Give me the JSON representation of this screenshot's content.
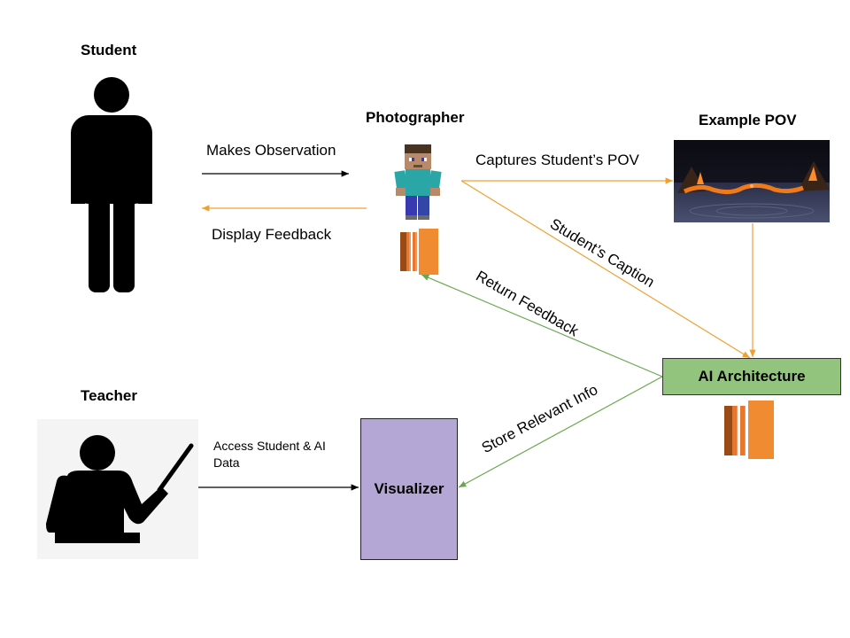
{
  "actors": {
    "student": "Student",
    "photographer": "Photographer",
    "example_pov": "Example POV",
    "teacher": "Teacher"
  },
  "boxes": {
    "ai_architecture": "AI Architecture",
    "visualizer": "Visualizer"
  },
  "edges": {
    "makes_observation": "Makes Observation",
    "display_feedback": "Display Feedback",
    "captures_pov": "Captures Student’s POV",
    "students_caption": "Student’s Caption",
    "return_feedback": "Return Feedback",
    "store_relevant_info": "Store Relevant Info",
    "access_data": "Access Student & AI Data"
  },
  "icons": {
    "student": "person-icon",
    "photographer": "minecraft-steve-icon",
    "teacher": "teacher-pointer-icon",
    "compute": "aws-ec2-icon",
    "pov": "lava-landscape-image"
  },
  "colors": {
    "orange_arrow": "#f0a030",
    "green_arrow": "#6aa84f",
    "black_arrow": "#000000",
    "ai_box_fill": "#93c47d",
    "visualizer_fill": "#b4a7d6",
    "ec2_orange": "#e8762c"
  }
}
